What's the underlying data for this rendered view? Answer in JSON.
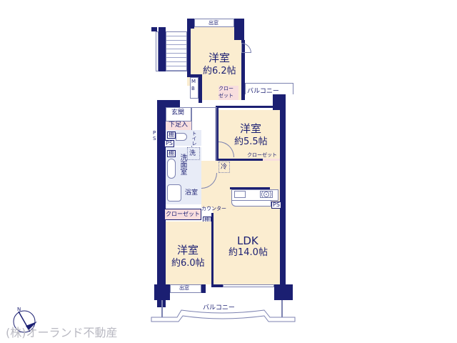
{
  "floor_plan": {
    "rooms": [
      {
        "id": "western-room-north",
        "name": "洋室",
        "area": "約6.2帖"
      },
      {
        "id": "western-room-middle",
        "name": "洋室",
        "area": "約5.5帖"
      },
      {
        "id": "western-room-south",
        "name": "洋室",
        "area": "約6.0帖"
      },
      {
        "id": "ldk",
        "name": "LDK",
        "area": "約14.0帖"
      }
    ],
    "labels": {
      "bay_window_top": "出窓",
      "bay_window_bottom": "出窓",
      "balcony_top": "バルコニー",
      "balcony_bottom": "バルコニー",
      "mb": "M\nB",
      "mb_m": "M",
      "mb_b": "B",
      "closet_small_1": "クロー",
      "closet_small_2": "ゼット",
      "closet_middle": "クローゼット",
      "closet_south": "クローゼット",
      "entrance": "玄関",
      "shoe_storage": "下足入",
      "ps_outer_p": "P",
      "ps_outer_s": "S",
      "shelf_1": "棚",
      "shelf_2": "棚",
      "shelf_3": "棚",
      "ps_toilet": "PS",
      "toilet": "トイレ",
      "washer": "洗",
      "washroom": "洗面室",
      "bathroom": "浴室",
      "fridge": "冷",
      "counter": "カウンター",
      "ps_kitchen": "PS"
    },
    "compass": {
      "label": "N"
    },
    "watermark": "(株)オーランド不動産"
  },
  "colors": {
    "wall": "#1b1f72",
    "room_floor": "#fbedd0",
    "wet_area": "#e8ecf7",
    "closet": "#f8dede",
    "watermark": "#b9b9c2"
  }
}
